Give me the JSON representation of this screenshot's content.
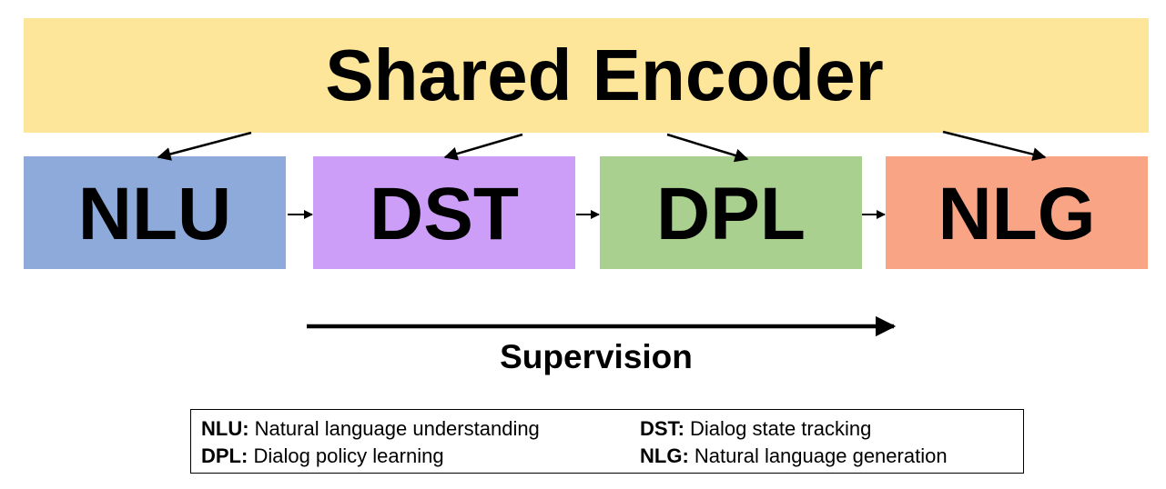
{
  "encoder": {
    "title": "Shared Encoder"
  },
  "modules": [
    {
      "id": "nlu",
      "label": "NLU",
      "color": "#8eaadb"
    },
    {
      "id": "dst",
      "label": "DST",
      "color": "#cc9ef7"
    },
    {
      "id": "dpl",
      "label": "DPL",
      "color": "#a9d08e"
    },
    {
      "id": "nlg",
      "label": "NLG",
      "color": "#f9a484"
    }
  ],
  "encoder_color": "#fde599",
  "supervision": {
    "label": "Supervision"
  },
  "legend": [
    {
      "abbr": "NLU",
      "desc": "Natural language understanding"
    },
    {
      "abbr": "DST",
      "desc": "Dialog state tracking"
    },
    {
      "abbr": "DPL",
      "desc": "Dialog policy learning"
    },
    {
      "abbr": "NLG",
      "desc": "Natural language generation"
    }
  ],
  "legend_separator": ": "
}
